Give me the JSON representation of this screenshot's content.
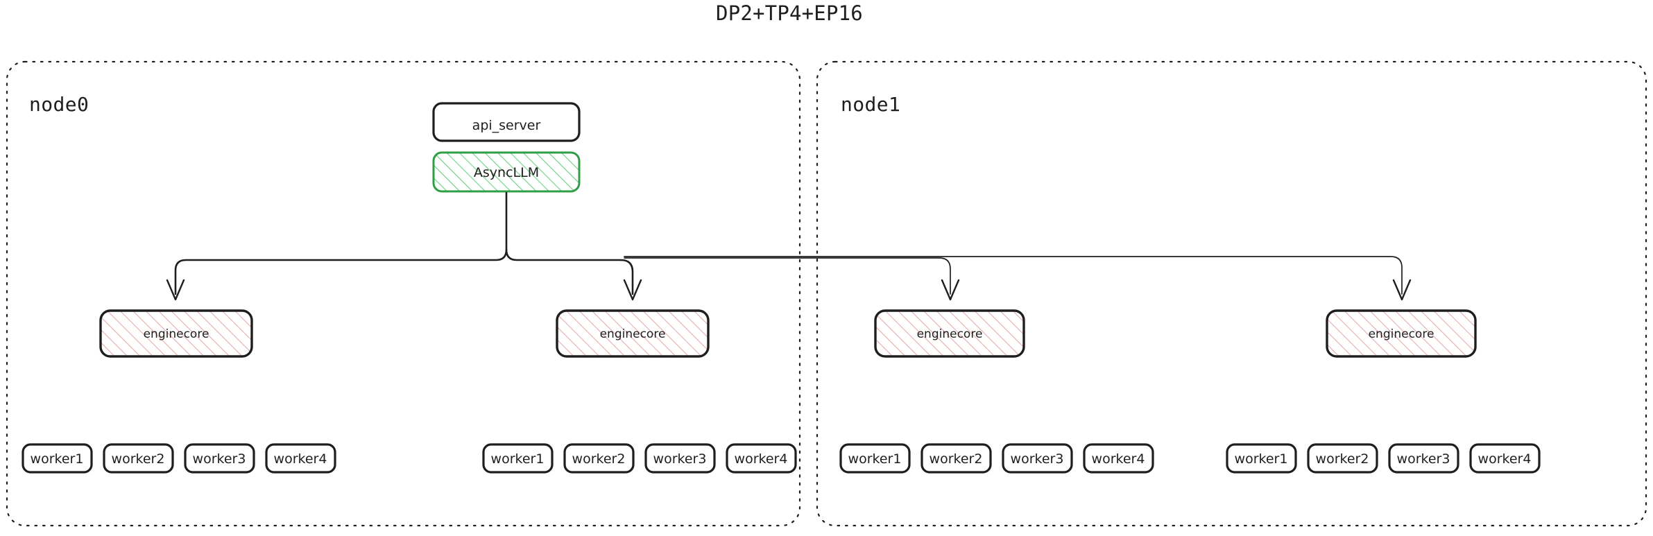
{
  "title": "DP2+TP4+EP16",
  "colors": {
    "stroke": "#1e1e1e",
    "green_stroke": "#2f9e44",
    "green_hatch": "#63d17c",
    "pink_hatch": "#e8a9a9",
    "background": "#ffffff"
  },
  "nodes": [
    {
      "label": "node0",
      "boxes": {
        "api_server": "api_server",
        "async_llm": "AsyncLLM"
      },
      "engines": [
        {
          "label": "enginecore",
          "workers": [
            "worker1",
            "worker2",
            "worker3",
            "worker4"
          ]
        },
        {
          "label": "enginecore",
          "workers": [
            "worker1",
            "worker2",
            "worker3",
            "worker4"
          ]
        }
      ]
    },
    {
      "label": "node1",
      "engines": [
        {
          "label": "enginecore",
          "workers": [
            "worker1",
            "worker2",
            "worker3",
            "worker4"
          ]
        },
        {
          "label": "enginecore",
          "workers": [
            "worker1",
            "worker2",
            "worker3",
            "worker4"
          ]
        }
      ]
    }
  ]
}
